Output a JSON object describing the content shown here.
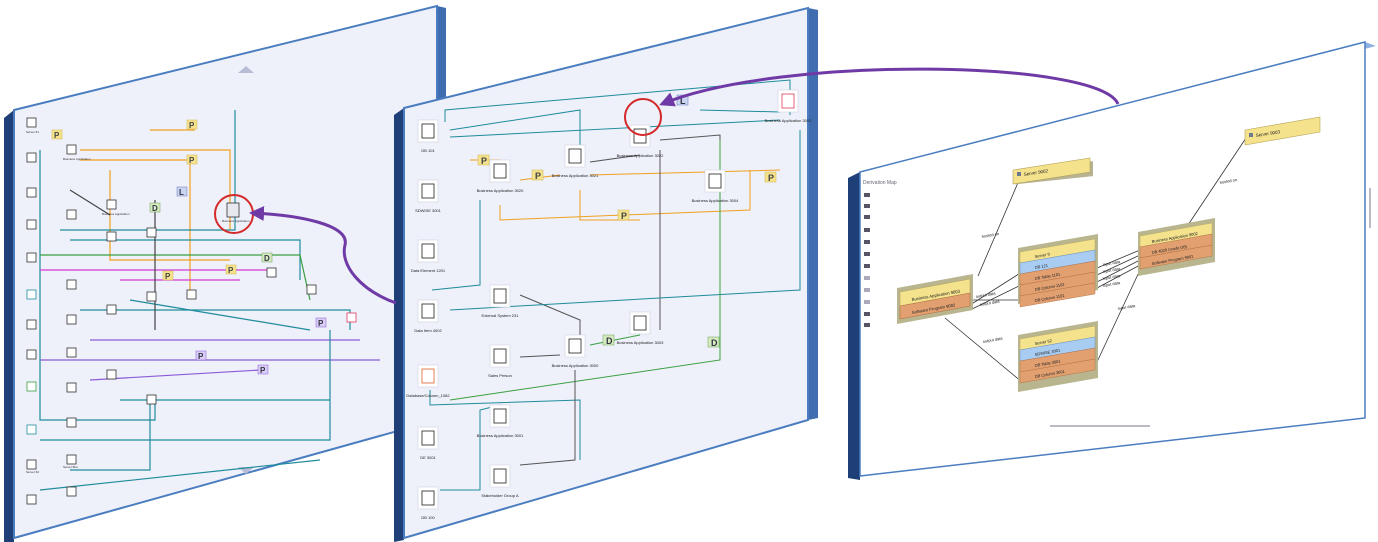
{
  "left_panel": {
    "nodes": [
      {
        "label": "Server 61"
      },
      {
        "label": "Business Application"
      },
      {
        "label": "Business Application"
      },
      {
        "label": "Business Application"
      },
      {
        "label": "Server 62"
      },
      {
        "label": "Server Bus"
      }
    ]
  },
  "middle_panel": {
    "nodes": [
      {
        "id": "db101",
        "label": "DB 101"
      },
      {
        "id": "sdwise",
        "label": "SDWISE 3001"
      },
      {
        "id": "ba3020",
        "label": "Business Application 3020"
      },
      {
        "id": "ba3021",
        "label": "Business Application 3021"
      },
      {
        "id": "ba3022",
        "label": "Business Application 3022"
      },
      {
        "id": "ba3004",
        "label": "Business Application 3004"
      },
      {
        "id": "ba3002",
        "label": "Business Application 3002"
      },
      {
        "id": "de1201",
        "label": "Data Element 1201"
      },
      {
        "id": "di4002",
        "label": "Data Item 4002"
      },
      {
        "id": "es231",
        "label": "External System 231"
      },
      {
        "id": "dc1082",
        "label": "Database/Column_1082"
      },
      {
        "id": "sp",
        "label": "Sales Person"
      },
      {
        "id": "ba3000",
        "label": "Business Application 3000"
      },
      {
        "id": "ba3003",
        "label": "Business Application 3003"
      },
      {
        "id": "de3001",
        "label": "DE 3001"
      },
      {
        "id": "ba3001",
        "label": "Business Application 3001"
      },
      {
        "id": "db100",
        "label": "DB 100"
      },
      {
        "id": "sh",
        "label": "Stakeholder Group A"
      }
    ],
    "badges": [
      "P",
      "P",
      "P",
      "P",
      "L",
      "D",
      "D"
    ]
  },
  "right_panel": {
    "title": "Derivation Map",
    "servers": {
      "top": "Server 9002",
      "right": "Server 9003"
    },
    "left_group": {
      "header": "Business Application 9003",
      "row": "Software Program 9002"
    },
    "center_top_group": {
      "rows": [
        "Server 9",
        "DB 121",
        "DB Table 1101",
        "DB Column 1102",
        "DB Column 1101"
      ]
    },
    "center_bottom_group": {
      "rows": [
        "Server 52",
        "SDWISE 3001",
        "DB Table 3001",
        "DB Column 3001"
      ]
    },
    "right_group": {
      "rows": [
        "Business Application 9002",
        "DB 4020 (mode DB)",
        "Software Program 9001"
      ]
    },
    "edge_labels": {
      "hosted_on_left": "hosted on",
      "hosted_on_right": "hosted on",
      "output_data_1": "output data",
      "output_data_2": "output data",
      "output_data_3": "output data",
      "input_data_1": "input data",
      "input_data_2": "input data",
      "input_data_3": "input data",
      "input_data_4": "input data",
      "input_data_5": "input data"
    }
  },
  "colors": {
    "panel_border": "#4a7dc0",
    "panel_side": "#1e3f78",
    "panel_bg": "#eef0fa",
    "arrow": "#6f3aa5",
    "highlight_circle": "#d42a2a",
    "orange_edge": "#f0a020",
    "teal_edge": "#1f8c9c",
    "green_edge": "#3aa040",
    "purple_edge": "#8a5cd6",
    "magenta_edge": "#d43ad0",
    "yellow_box": "#f4e28c",
    "blue_row": "#a9cdf2",
    "orange_row": "#e2a071"
  }
}
